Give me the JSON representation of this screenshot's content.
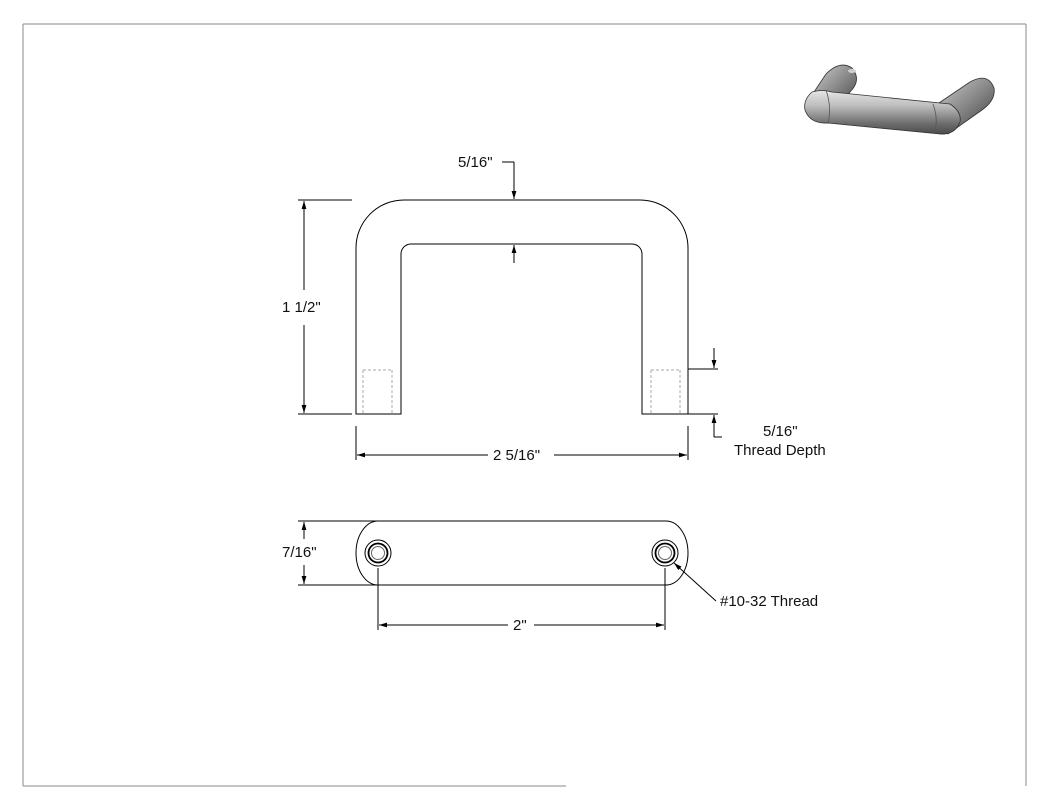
{
  "drawing": {
    "front_view": {
      "wall_thickness": "5/16\"",
      "height": "1 1/2\"",
      "overall_length": "2 5/16\"",
      "thread_depth_value": "5/16\"",
      "thread_depth_label": "Thread Depth"
    },
    "bottom_view": {
      "width": "7/16\"",
      "hole_spacing": "2\"",
      "thread_spec": "#10-32 Thread"
    }
  },
  "colors": {
    "line": "#000000",
    "hidden": "#999999",
    "border": "#888888",
    "render_body": "#a8a8a8"
  }
}
